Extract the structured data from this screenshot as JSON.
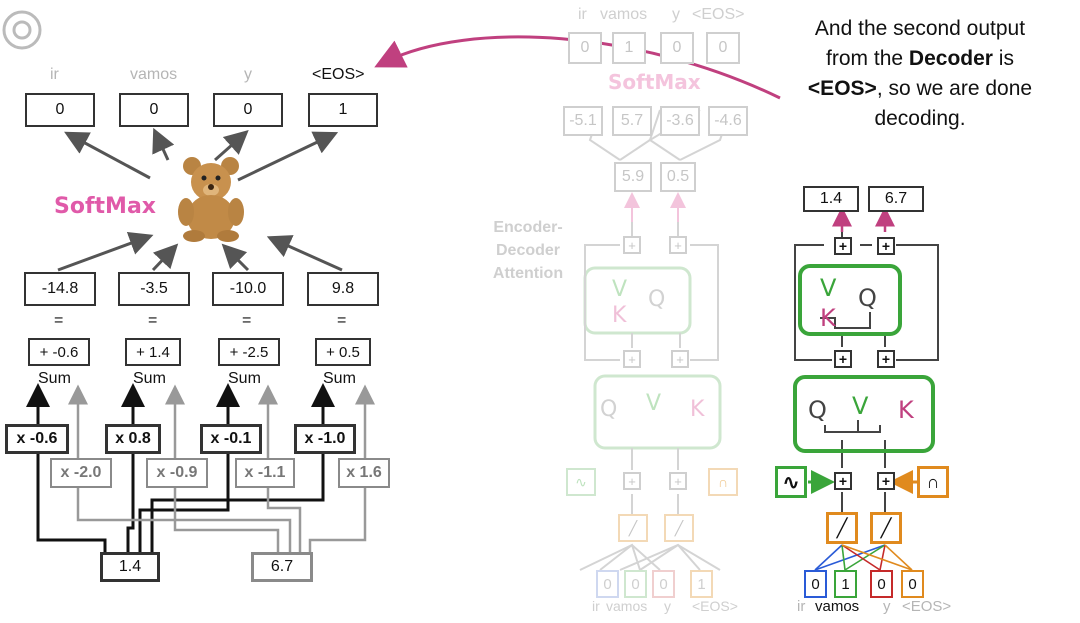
{
  "decoder_output": {
    "tokens": [
      "ir",
      "vamos",
      "y",
      "<EOS>"
    ],
    "probabilities": [
      "0",
      "0",
      "0",
      "1"
    ],
    "softmax_label": "SoftMax",
    "logits": [
      "-14.8",
      "-3.5",
      "-10.0",
      "9.8"
    ],
    "equals": "=",
    "biases": [
      "+ -0.6",
      "+ 1.4",
      "+ -2.5",
      "+ 0.5"
    ],
    "sum_label": "Sum",
    "weights_top": [
      "x -0.6",
      "x 0.8",
      "x -0.1",
      "x -1.0"
    ],
    "weights_bottom": [
      "x -2.0",
      "x -0.9",
      "x -1.1",
      "x 1.6"
    ],
    "inputs": [
      "1.4",
      "6.7"
    ]
  },
  "first_step": {
    "tokens": [
      "ir",
      "vamos",
      "y",
      "<EOS>"
    ],
    "one_hot_out": [
      "0",
      "1",
      "0",
      "0"
    ],
    "softmax_label": "SoftMax",
    "logits": [
      "-5.1",
      "5.7",
      "-3.6",
      "-4.6"
    ],
    "outputs": [
      "5.9",
      "0.5"
    ],
    "attention_label": "Encoder-\nDecoder\nAttention",
    "input_one_hot": [
      "0",
      "0",
      "0",
      "1"
    ],
    "input_tokens": [
      "ir",
      "vamos",
      "y",
      "<EOS>"
    ]
  },
  "second_step": {
    "outputs": [
      "1.4",
      "6.7"
    ],
    "input_one_hot": [
      "0",
      "1",
      "0",
      "0"
    ],
    "input_tokens": [
      "ir",
      "vamos",
      "y",
      "<EOS>"
    ],
    "letters_top": [
      "V",
      "K",
      "Q"
    ],
    "letters_bottom": [
      "Q",
      "V",
      "K"
    ]
  },
  "caption": {
    "line1": "And the second output",
    "line2a": "from the ",
    "line2b": "Decoder",
    "line2c": " is",
    "line3a": "<EOS>",
    "line3b": ", so we are done",
    "line4": "decoding."
  },
  "colors": {
    "pink": "#c0407f",
    "softmax_pink": "#e05aa9",
    "green": "#3aa53a",
    "orange": "#e08a1e",
    "blue": "#2a5bd7",
    "red": "#c52a2a"
  }
}
